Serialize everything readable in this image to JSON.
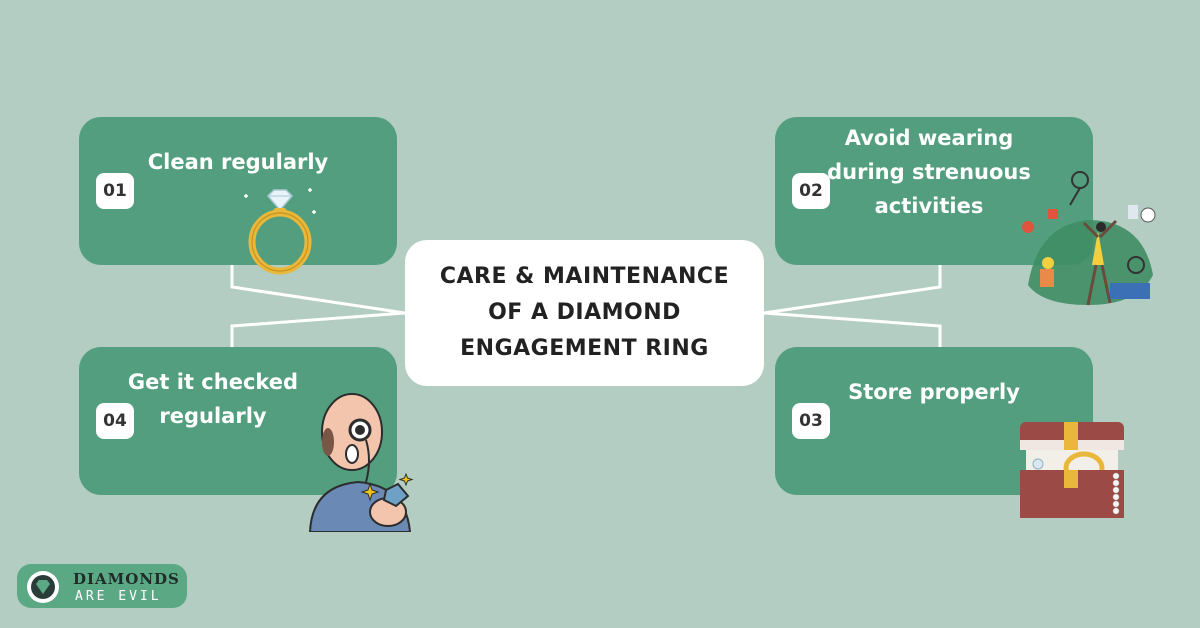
{
  "center": {
    "line1": "CARE & MAINTENANCE",
    "line2": "OF A DIAMOND",
    "line3": "ENGAGEMENT RING"
  },
  "cards": [
    {
      "number": "01",
      "lines": [
        "Clean regularly"
      ]
    },
    {
      "number": "02",
      "lines": [
        "Avoid wearing",
        "during strenuous",
        "activities"
      ]
    },
    {
      "number": "03",
      "lines": [
        "Store properly"
      ]
    },
    {
      "number": "04",
      "lines": [
        "Get it checked",
        "regularly"
      ]
    }
  ],
  "logo": {
    "line1": "DIAMONDS",
    "line2": "ARE EVIL"
  },
  "colors": {
    "background": "#b3cdc3",
    "card": "#529e7e",
    "center_box": "#ffffff",
    "text_dark": "#222222"
  },
  "icons": [
    "diamond-ring-icon",
    "sports-activities-icon",
    "treasure-chest-icon",
    "jeweler-with-loupe-icon"
  ]
}
